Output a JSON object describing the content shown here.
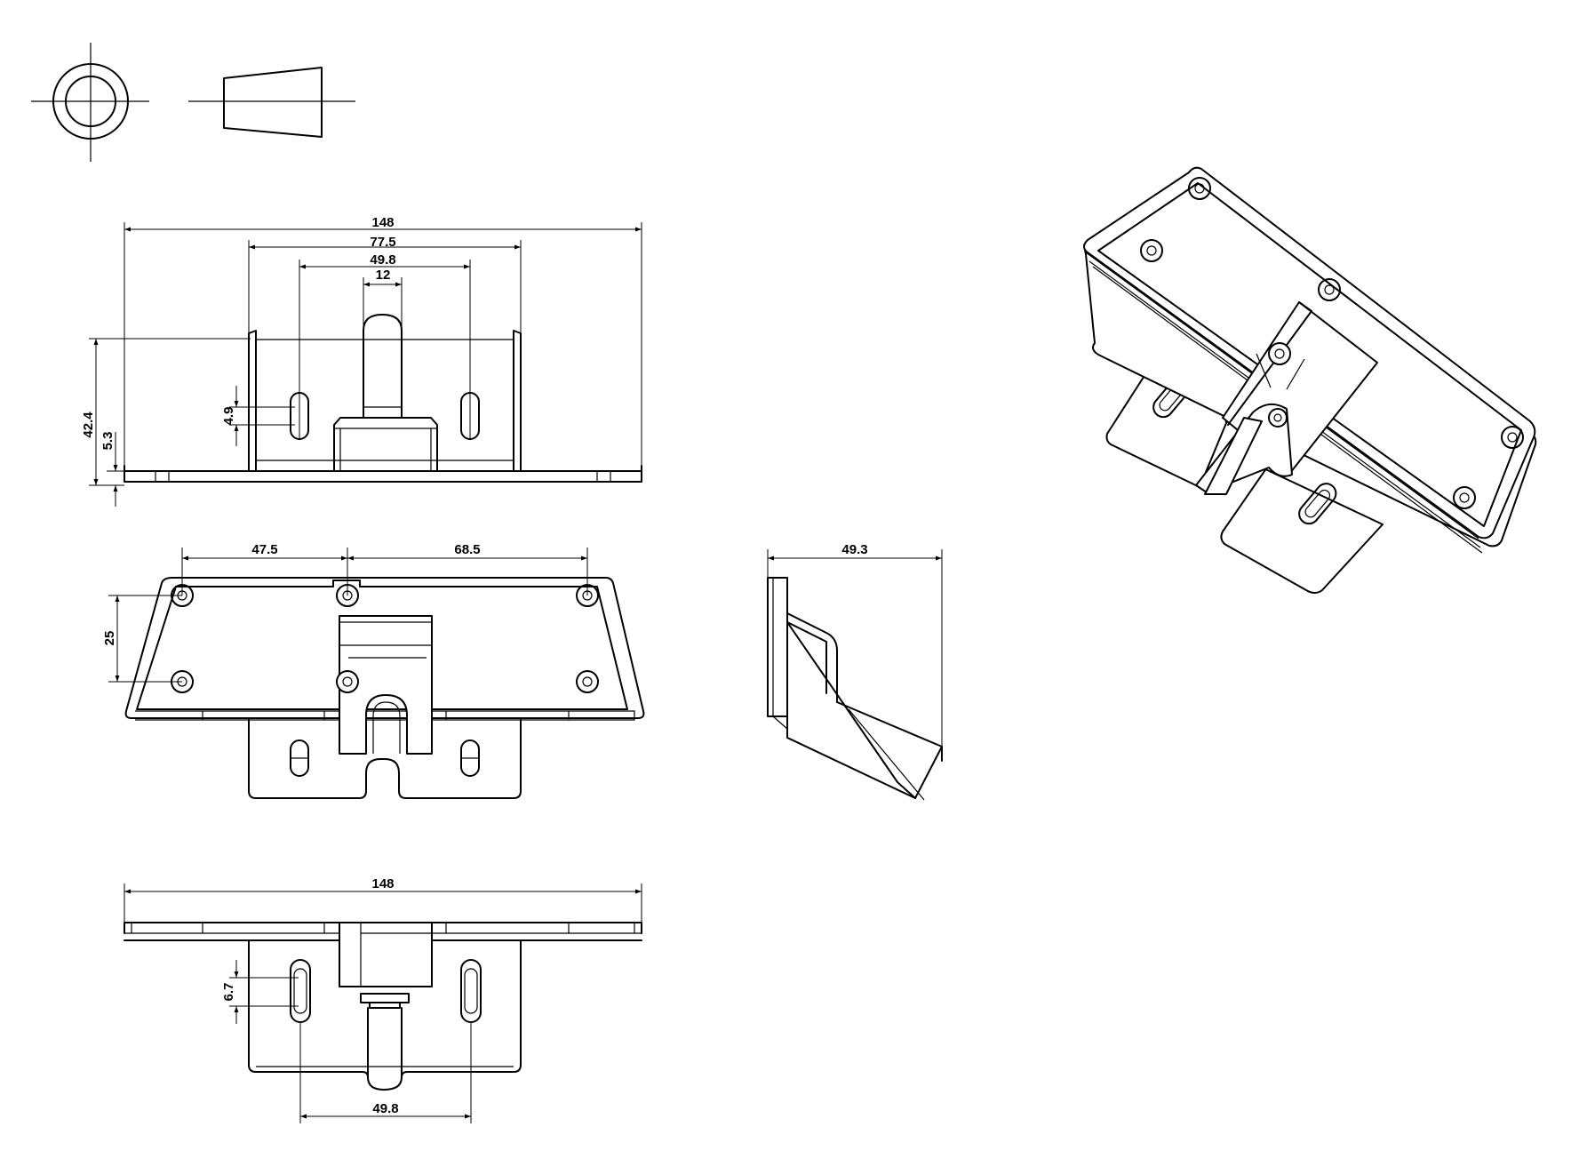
{
  "symbol": {
    "name": "first-angle projection symbol"
  },
  "front_view": {
    "overall_width": "148",
    "inner_width": "77.5",
    "slot_spacing": "49.8",
    "stem_width": "12",
    "height": "42.4",
    "base_thickness": "5.3",
    "slot_width": "4.9"
  },
  "top_view": {
    "left_hole_spacing": "47.5",
    "right_hole_spacing": "68.5",
    "row_spacing": "25"
  },
  "side_view": {
    "depth": "49.3"
  },
  "bottom_view": {
    "overall_width": "148",
    "slot_length": "6.7",
    "slot_spacing": "49.8"
  }
}
